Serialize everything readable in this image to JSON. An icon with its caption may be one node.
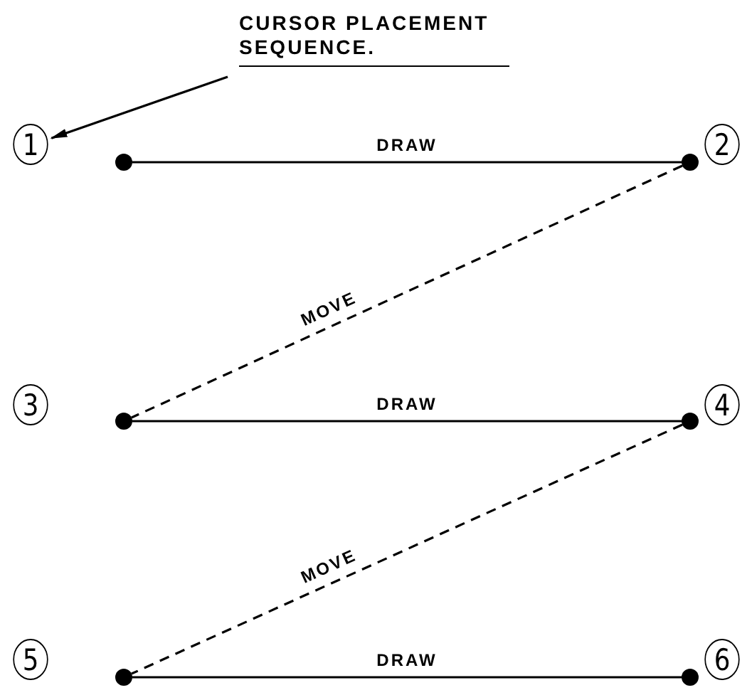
{
  "diagram": {
    "nodes": [
      {
        "text": [
          "CURSOR PLACEMENT SEQUENCE."
        ]
      },
      {
        "text": [
          "1"
        ]
      },
      {
        "text": [],
        "shape": "circle"
      },
      {
        "text": [],
        "shape": "circle"
      },
      {
        "text": [
          "2"
        ]
      },
      {
        "text": [
          "3"
        ]
      },
      {
        "text": [],
        "shape": "circle"
      },
      {
        "text": [],
        "shape": "circle"
      },
      {
        "text": [
          "4"
        ]
      },
      {
        "text": [
          "5"
        ]
      },
      {
        "text": [],
        "shape": "circle"
      },
      {
        "text": [],
        "shape": "circle"
      },
      {
        "text": [
          "6"
        ]
      }
    ],
    "edges": [
      {
        "from": 0,
        "to": 1,
        "arrow": "to"
      },
      {
        "from": 2,
        "to": 3,
        "arrow": "none",
        "label": "DRAW"
      },
      {
        "from": 3,
        "to": 6,
        "arrow": "none",
        "label": "MOVE",
        "style": "dashed"
      },
      {
        "from": 6,
        "to": 7,
        "arrow": "none",
        "label": "DRAW"
      },
      {
        "from": 7,
        "to": 10,
        "arrow": "none",
        "label": "MOVE",
        "style": "dashed"
      },
      {
        "from": 10,
        "to": 11,
        "arrow": "none",
        "label": "DRAW"
      }
    ]
  }
}
